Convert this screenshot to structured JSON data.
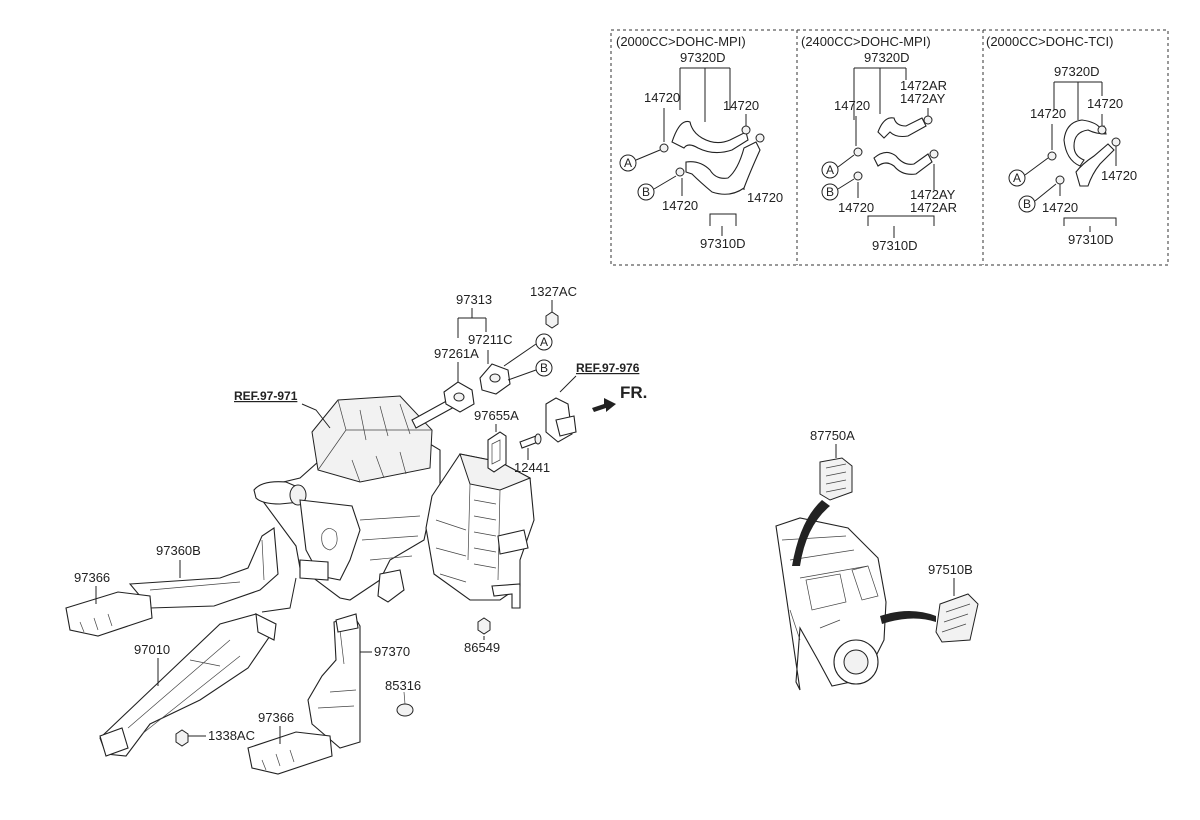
{
  "insets": [
    {
      "title": "(2000CC>DOHC-MPI)",
      "labels": {
        "top": "97320D",
        "left_clip": "14720",
        "right_clip": "14720",
        "lower_left": "14720",
        "lower_right": "14720",
        "bottom": "97310D"
      },
      "markers": {
        "a": "A",
        "b": "B"
      }
    },
    {
      "title": "(2400CC>DOHC-MPI)",
      "labels": {
        "top": "97320D",
        "left_clip": "14720",
        "upper_right_1": "1472AR",
        "upper_right_2": "1472AY",
        "lower_left": "14720",
        "lower_right_1": "1472AY",
        "lower_right_2": "1472AR",
        "bottom": "97310D"
      },
      "markers": {
        "a": "A",
        "b": "B"
      }
    },
    {
      "title": "(2000CC>DOHC-TCI)",
      "labels": {
        "top": "97320D",
        "left_clip": "14720",
        "right_clip": "14720",
        "lower_left": "14720",
        "lower_right": "14720",
        "bottom": "97310D"
      },
      "markers": {
        "a": "A",
        "b": "B"
      }
    }
  ],
  "main": {
    "ref_left": "REF.97-971",
    "ref_right": "REF.97-976",
    "front_label": "FR.",
    "parts": {
      "p97313": "97313",
      "p1327AC": "1327AC",
      "p97211C": "97211C",
      "p97261A": "97261A",
      "p97655A": "97655A",
      "p12441": "12441",
      "p97360B": "97360B",
      "p97366a": "97366",
      "p97010": "97010",
      "p97366b": "97366",
      "p1338AC": "1338AC",
      "p97370": "97370",
      "p85316": "85316",
      "p86549": "86549"
    },
    "markers": {
      "a": "A",
      "b": "B"
    }
  },
  "vehicle": {
    "grille_top": "87750A",
    "grille_side": "97510B"
  }
}
